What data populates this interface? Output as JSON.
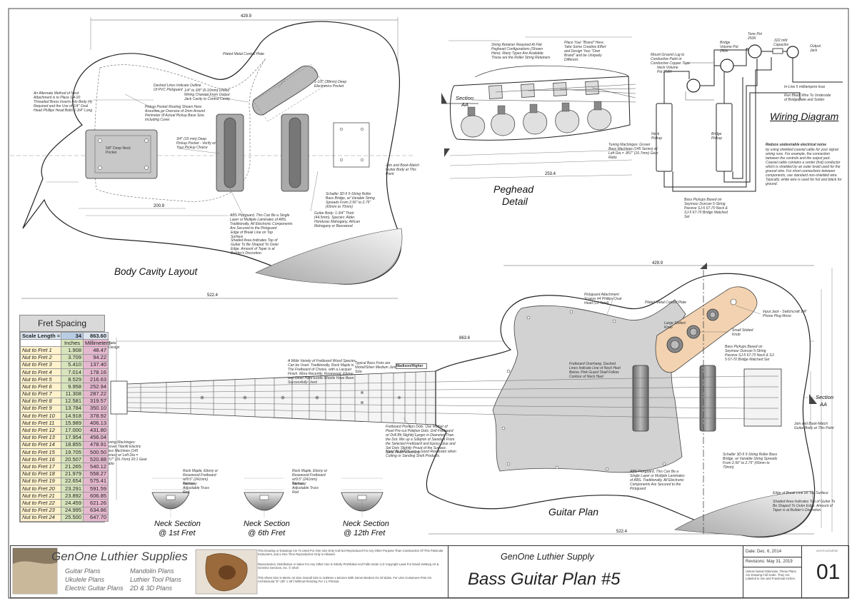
{
  "titles": {
    "body_cavity": "Body Cavity Layout",
    "peghead_line1": "Peghead",
    "peghead_line2": "Detail",
    "wiring": "Wiring Diagram",
    "guitar_plan": "Guitar Plan",
    "neck1_line1": "Neck Section",
    "neck1_line2": "@ 1st Fret",
    "neck6_line1": "Neck Section",
    "neck6_line2": "@ 6th Fret",
    "neck12_line1": "Neck Section",
    "neck12_line2": "@ 12th Fret",
    "section_aa_top": "Section",
    "section_aa_top_sub": "AA",
    "section_aa_right": "Section",
    "section_aa_right_sub": "AA"
  },
  "dimensions": {
    "body_width_top": "429.9",
    "body_length_top": "522.4",
    "plan_width": "429.9",
    "plan_length": "522.4",
    "overall": "863.6",
    "peghead_total": "253.4",
    "scale_mm": "200.9"
  },
  "notes": {
    "plated_cavity": "Plated Metal Control Plate",
    "dashed_lines": "Dashed Lines Indicate Outline Of PVC Pickguard",
    "pickup_routing": "Pickup Pocket Routing Shown Here Assumes an Oversize of 2mm Around Perimeter of Actual Pickup Base Size. Including Cover",
    "alt_method": "An Alternate Method of Neck Attachment is to Place 1/4-20 Threaded Brass Inserts Into Body (4) Required and the Use of 1/4\" Oval Head Phillips Head Bolts 1-3/4\" Long",
    "neck_pocket": "5/8\" Deep Neck Pocket",
    "pickup_deep": "3/4\" (19 mm) Deep Pickup Pocket - Verify w/ Your Pickup Choice",
    "wiring_channel": "1/4\" to 3/8\" (6-10mm) Drilled Wiring Channel From Output Jack Cavity to Control Cavity",
    "electronics_pocket": "1-1/2\" (38mm) Deep Electronics Pocket",
    "schaller": "Schaller 3D-5 5-String Roller Bass Bridge, w/ Variable String Spreads From 2.56\" to 2.75\" (65mm to 70mm)",
    "abs_pickguard": "ABS Pickguard, This Can Be a Single Layer or Multiple Laminates of ABS. Traditionally, All Electronic Components Are Secured to the Pickguard",
    "body_thickness": "Guitar Body: 1-3/4\" Thick (44.5mm). Species: Alder, Honduras Mahogany, African Mahogany or Basswood",
    "edge_break": "Edge of Break Line on Top Surface",
    "shaded_area": "Shaded Area Indicates Top of Guitar To Be Shaped To Outer Edge. Amount of Taper is at Builder's Discretion.",
    "join_bookmatch": "Join and Book-Match Guitar Body at This Point",
    "string_retainer": "String Retainer Required At Flat Peghead Configurations (Shown Here). Many Types Are Available. These are the Roller String Retainers",
    "place_brand": "Place Your \"Brand\" Here. Take Some Creative Effort and Design Your \"Own Brand\" and be Uniquely Different.",
    "tuning_machines": "Tuning Machinges: Grover Bass Machines (145 Series) w/ Left Dia = .857\" (16.7mm) Gear Ratio",
    "mount_ground": "Mount Ground Lug to Conductive Paint or Conductive Copper Tape",
    "bridge_vol": "Bridge Volume Pot 250K",
    "neck_vol": "Neck Volume Pot 250K",
    "tone": "Tone Pot 250K",
    "capacitor": ".022 mfd Capacitor",
    "output_jack": "Output Jack",
    "inline_fuse": "In-Line 5 milliampere fuse",
    "run_black": "Run Black Wire To Underside of Bridgeplate and Solder",
    "neck_pickup": "Neck Pickup",
    "bridge_pickup": "Bridge Pickup",
    "reduce_noise_title": "Reduce undesirable electrical noise",
    "reduce_noise": "by using shielded coaxial cable for your signal wiring runs. For example, the connection between the controls and the output jack. Coaxial cable contains a center (hot) conductor which is shielded by an outer braid used for the ground wire. For short connections between components, use standard non-shielded wire. Typically, white wire is used for hot and black for ground.",
    "bass_pickups_top": "Bass Pickups Based on Seymour Duncan 5-String Passive SJ-5 67-70 Neck & SJ-5 67-70 Bridge Matched Set",
    "pickguard_screws": "Pickguard Attachment Screws #4 Phillips Oval Head (13 Total)",
    "large_knob": "Large Slotted Knob",
    "small_knob": "Small Slotted Knob",
    "input_jack": "Input Jack - Switchcraft 1/4\" Phone Plug Mono",
    "bass_pickups_plan": "Bass Pickups Based on Seymour Duncan 5-String Passive SJ-5 67-70 Neck & SJ-5 67-70 Bridge Matched Set",
    "wide_variety": "A Wide Variety of Fretboard Wood Species Can be Used. Traditionally, Rock Maple is The Fretboard of Choice, with a Lacquer Finish. More Recently, Rosewood, Ebony, and Other Hard Exotic Woods Have Been Successfully Used",
    "typical_frets": "Typical Bass Frets are Nickel/Silver Medium Jumbo Size",
    "fretboard_overhang": "Fretboard Overhang. Dashed Lines Indicate Line of Neck Heel Below. Pink Guard Shall Follow Contour of Neck Heel",
    "fretboard_dots": "Fretboard Position Dots. Use Mother of Pearl Pre-cut Position Dots. Drill Fretboard w/ Drill Bit Slightly Larger in Diameter Than the Dot. Mix up a Solution of Sawdust From the Selected Fretboard and Epoxy Glue and Set Dots Slightly Proud of the Surface. Sand Flush when Dry.",
    "respirator": "Note\" ALWAYS use a Good Respirator when Cutting or Sanding Shell Products.",
    "rock_maple_1": "Rock Maple, Ebony or Rosewood Fretboard w/9.5\" (241mm) Radius",
    "truss_rod_1": "Two-way Adjustable Truss Rod",
    "rock_maple_6": "Rock Maple, Ebony or Rosewood Fretboard w/9.5\" (241mm) Radius",
    "truss_rod_6": "Two-way Adjustable Truss Rod",
    "rock_maple_12": "Rock Maple, Ebony or Rosewood Fretboard w/9.5\" (241mm) Radius",
    "truss_rod_12": "Two-way Adjustable Truss Rod",
    "tuning_left": "Tuning Machinges: Grover Titanfit Electric Bass Machines (145 Series) w/ Left Dia = .857\" (16.7mm) 20:1 Gear Ratio",
    "take_design": "Take Design",
    "madison_higher": "Madison/Higher"
  },
  "fret_table": {
    "title": "Fret Spacing",
    "scale_label": "Scale Length =",
    "scale_in": "34",
    "scale_mm": "863.60",
    "col_inches": "Inches",
    "col_mm": "Millimeters",
    "rows": [
      [
        "Nut to Fret 1",
        "1.908",
        "48.47"
      ],
      [
        "Nut to Fret 2",
        "3.709",
        "94.22"
      ],
      [
        "Nut to Fret 3",
        "5.410",
        "137.40"
      ],
      [
        "Nut to Fret 4",
        "7.014",
        "178.16"
      ],
      [
        "Nut to Fret 5",
        "8.529",
        "216.63"
      ],
      [
        "Nut to Fret 6",
        "9.958",
        "252.94"
      ],
      [
        "Nut to Fret 7",
        "11.308",
        "287.22"
      ],
      [
        "Nut to Fret 8",
        "12.581",
        "319.57"
      ],
      [
        "Nut to Fret 9",
        "13.784",
        "350.10"
      ],
      [
        "Nut to Fret 10",
        "14.918",
        "378.92"
      ],
      [
        "Nut to Fret 11",
        "15.989",
        "406.13"
      ],
      [
        "Nut to Fret 12",
        "17.000",
        "431.80"
      ],
      [
        "Nut to Fret 13",
        "17.954",
        "456.04"
      ],
      [
        "Nut to Fret 14",
        "18.855",
        "478.91"
      ],
      [
        "Nut to Fret 15",
        "19.705",
        "500.50"
      ],
      [
        "Nut to Fret 16",
        "20.507",
        "520.88"
      ],
      [
        "Nut to Fret 17",
        "21.265",
        "540.12"
      ],
      [
        "Nut to Fret 18",
        "21.979",
        "558.27"
      ],
      [
        "Nut to Fret 19",
        "22.654",
        "575.41"
      ],
      [
        "Nut to Fret 20",
        "23.291",
        "591.59"
      ],
      [
        "Nut to Fret 21",
        "23.892",
        "606.85"
      ],
      [
        "Nut to Fret 22",
        "24.459",
        "621.26"
      ],
      [
        "Nut to Fret 23",
        "24.995",
        "634.86"
      ],
      [
        "Nut to Fret 24",
        "25.500",
        "647.70"
      ]
    ]
  },
  "title_block": {
    "brand": "GenOne Luthier Supplies",
    "products_left": [
      "Guitar Plans",
      "Ukulele Plans",
      "Electric Guitar Plans"
    ],
    "products_right": [
      "Mandolin Plans",
      "Luthier Tool Plans",
      "2D & 3D Plans"
    ],
    "legal_1": "This Drawing or Drawings Are To Used For One Use Only And Not Reproduced For Any Other Purpose Than Construction Of This Particular Instrument, and a One Time Reproduction Only is Allowed.",
    "legal_2": "Reproduction, Distribution or Sales For Any Other Use is Strictly Prohibited And Falls Under U.S Copyright Laws For David VerBurg Art & GenOne Services, Inc. © 2019",
    "legal_3": "This Sheet Size is Metric A0 Size Overall Size is 1189mm x 841mm With 15mm Borders On All Sides. For USA Customers Print On Architectural \"E\" (36\" x 48\") Without Resizing For 1:1 Printout.",
    "company": "GenOne Luthier Supply",
    "plan_title": "Bass Guitar Plan #5",
    "date": "Date: Dec. 6, 2014",
    "revisions": "Revisions: May 31, 2019",
    "units_note": "Unless Noted Otherwise, These Plans Are Drawing Full Scale. They Are Labeled in mm and Fractional Inches.",
    "watermark": "americanluthier",
    "sheet": "01"
  }
}
